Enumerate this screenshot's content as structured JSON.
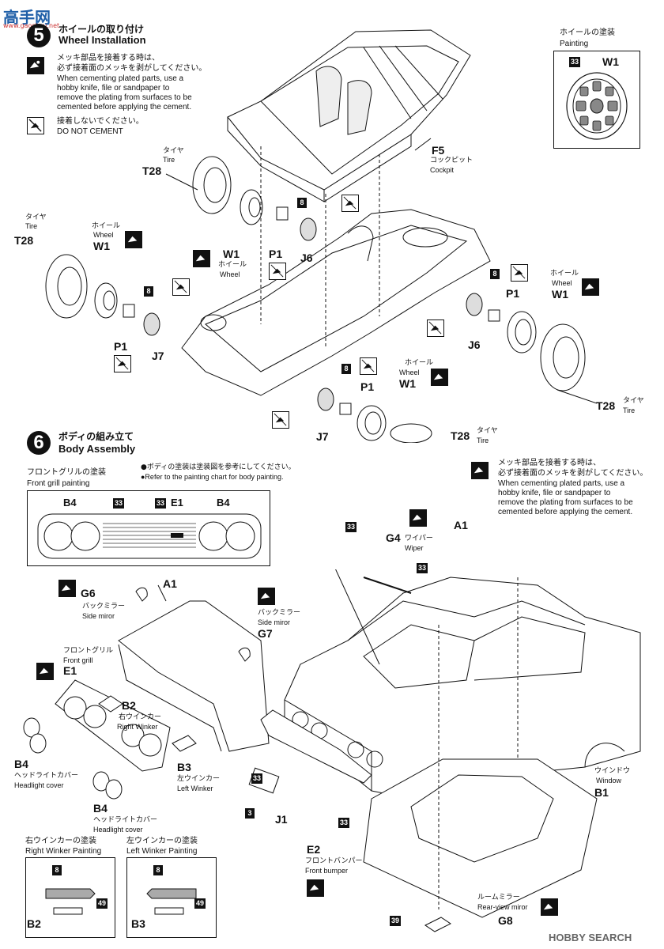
{
  "watermark_top": "高手网",
  "watermark_url": "www.gaoshou.net",
  "step5": {
    "number": "5",
    "title_jp": "ホイールの取り付け",
    "title_en": "Wheel Installation",
    "note_jp_1": "メッキ部品を接着する時は、",
    "note_jp_2": "必ず接着面のメッキを剥がしてください。",
    "note_en_1": "When cementing plated parts, use a",
    "note_en_2": "hobby knife, file or sandpaper to",
    "note_en_3": "remove the plating from surfaces to be",
    "note_en_4": "cemented before applying the cement.",
    "nocement_jp": "接着しないでください。",
    "nocement_en": "DO NOT CEMENT"
  },
  "wheel_painting": {
    "title_jp": "ホイールの塗装",
    "title_en": "Painting",
    "color_code": "33",
    "part": "W1"
  },
  "parts5": {
    "f5": "F5",
    "f5_jp": "コックピット",
    "f5_en": "Cockpit",
    "tire_jp": "タイヤ",
    "tire_en": "Tire",
    "t28": "T28",
    "wheel_jp": "ホイール",
    "wheel_en": "Wheel",
    "w1": "W1",
    "p1": "P1",
    "j6": "J6",
    "j7": "J7",
    "code8": "8"
  },
  "step6": {
    "number": "6",
    "title_jp": "ボディの組み立て",
    "title_en": "Body Assembly",
    "note_jp": "●ボディの塗装は塗装図を参考にしてください。",
    "note_en": "●Refer to the painting chart for body painting.",
    "grill_title_jp": "フロントグリルの塗装",
    "grill_title_en": "Front grill painting",
    "plated_jp_1": "メッキ部品を接着する時は、",
    "plated_jp_2": "必ず接着面のメッキを剥がしてください。",
    "plated_en_1": "When cementing plated parts, use a",
    "plated_en_2": "hobby knife, file or sandpaper to",
    "plated_en_3": "remove the plating from surfaces to be",
    "plated_en_4": "cemented before applying the cement."
  },
  "parts6": {
    "b4": "B4",
    "e1": "E1",
    "c33": "33",
    "c3": "3",
    "c39": "39",
    "c49": "49",
    "c8": "8",
    "a1": "A1",
    "g4": "G4",
    "wiper_jp": "ワイパー",
    "wiper_en": "Wiper",
    "g6": "G6",
    "backmirror_jp": "バックミラー",
    "sidemirror_en": "Side miror",
    "g7": "G7",
    "frontgrill_jp": "フロントグリル",
    "frontgrill_en": "Front grill",
    "b2": "B2",
    "rwinker_jp": "右ウインカー",
    "rwinker_en": "Right Winker",
    "b3": "B3",
    "lwinker_jp": "左ウインカー",
    "lwinker_en": "Left Winker",
    "headlight_jp": "ヘッドライトカバー",
    "headlight_en": "Headlight cover",
    "rwink_paint_jp": "右ウインカーの塗装",
    "rwink_paint_en": "Right Winker Painting",
    "lwink_paint_jp": "左ウインカーの塗装",
    "lwink_paint_en": "Left Winker Painting",
    "j1": "J1",
    "e2": "E2",
    "fbumper_jp": "フロントバンパー",
    "fbumper_en": "Front bumper",
    "window_jp": "ウインドウ",
    "window_en": "Window",
    "b1": "B1",
    "roommirror_jp": "ルームミラー",
    "rearview_en": "Rear-view miror",
    "g8": "G8"
  },
  "watermark_bottom": "HOBBY SEARCH"
}
